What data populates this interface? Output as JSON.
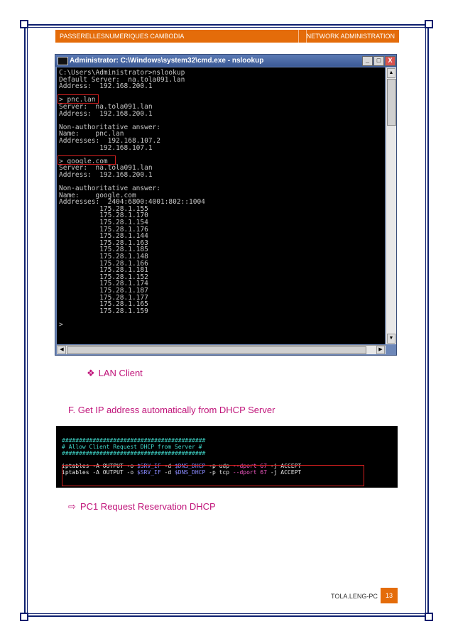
{
  "header": {
    "left": "PASSERELLESNUMERIQUES CAMBODIA",
    "right": "NETWORK ADMINISTRATION"
  },
  "window": {
    "title": "Administrator: C:\\Windows\\system32\\cmd.exe - nslookup",
    "min_label": "_",
    "max_label": "□",
    "close_label": "X"
  },
  "console_lines": [
    "C:\\Users\\Administrator>nslookup",
    "Default Server:  na.tola091.lan",
    "Address:  192.168.200.1",
    "",
    "> pnc.lan",
    "Server:  na.tola091.lan",
    "Address:  192.168.200.1",
    "",
    "Non-authoritative answer:",
    "Name:    pnc.lan",
    "Addresses:  192.168.107.2",
    "          192.168.107.1",
    "",
    "> google.com",
    "Server:  na.tola091.lan",
    "Address:  192.168.200.1",
    "",
    "Non-authoritative answer:",
    "Name:    google.com",
    "Addresses:  2404:6800:4001:802::1004",
    "          175.28.1.155",
    "          175.28.1.170",
    "          175.28.1.154",
    "          175.28.1.176",
    "          175.28.1.144",
    "          175.28.1.163",
    "          175.28.1.185",
    "          175.28.1.148",
    "          175.28.1.166",
    "          175.28.1.181",
    "          175.28.1.152",
    "          175.28.1.174",
    "          175.28.1.187",
    "          175.28.1.177",
    "          175.28.1.165",
    "          175.28.1.159",
    "",
    ">"
  ],
  "lan_client": "LAN Client",
  "section_f": "F.  Get IP address automatically from DHCP Server",
  "terminal": {
    "hash_line": "##########################################",
    "comment": "# Allow Client Request DHCP from Server #",
    "rule_udp": {
      "cmd": "iptables -A OUTPUT -o ",
      "srv": "$SRV_IF",
      "d": " -d ",
      "dns": "$DNS_DHCP",
      "p": " -p ",
      "proto": "udp",
      "dport": " --dport ",
      "port": "67",
      "j": " -j ACCEPT"
    },
    "rule_tcp": {
      "cmd": "iptables -A OUTPUT -o ",
      "srv": "$SRV_IF",
      "d": " -d ",
      "dns": "$DNS_DHCP",
      "p": " -p ",
      "proto": "tcp",
      "dport": " --dport ",
      "port": "67",
      "j": " -j ACCEPT"
    }
  },
  "pc1_heading": "PC1 Request Reservation DHCP",
  "footer": {
    "author": "TOLA.LENG-PC",
    "page": "13"
  }
}
